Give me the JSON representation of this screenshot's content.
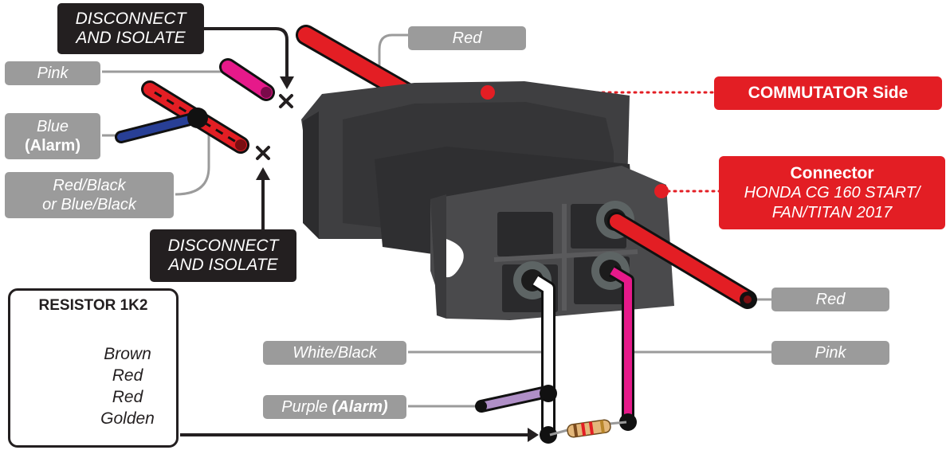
{
  "labels": {
    "disconnect_top": [
      "DISCONNECT",
      "AND ISOLATE"
    ],
    "disconnect_bottom": [
      "DISCONNECT",
      "AND ISOLATE"
    ],
    "pink_top": "Pink",
    "blue_alarm": [
      "Blue",
      "(Alarm)"
    ],
    "red_black": [
      "Red/Black",
      "or Blue/Black"
    ],
    "red_top": "Red",
    "commutator": "COMMUTATOR Side",
    "connector_title": "Connector",
    "connector_model": [
      "HONDA CG 160 START/",
      "FAN/TITAN 2017"
    ],
    "red_right": "Red",
    "pink_right": "Pink",
    "white_black": "White/Black",
    "purple_alarm": [
      "Purple ",
      "(Alarm)"
    ]
  },
  "resistor": {
    "title": "RESISTOR 1K2",
    "bands": [
      "Brown",
      "Red",
      "Red",
      "Golden"
    ]
  },
  "colors": {
    "red_wire": "#e31e24",
    "pink_wire": "#e6198a",
    "blue_wire": "#283f96",
    "purple_wire": "#b08fc7",
    "connector_body": "#3a3a3c",
    "label_gray": "#9b9b9b",
    "label_dark": "#231f20",
    "label_red": "#e31e24"
  }
}
